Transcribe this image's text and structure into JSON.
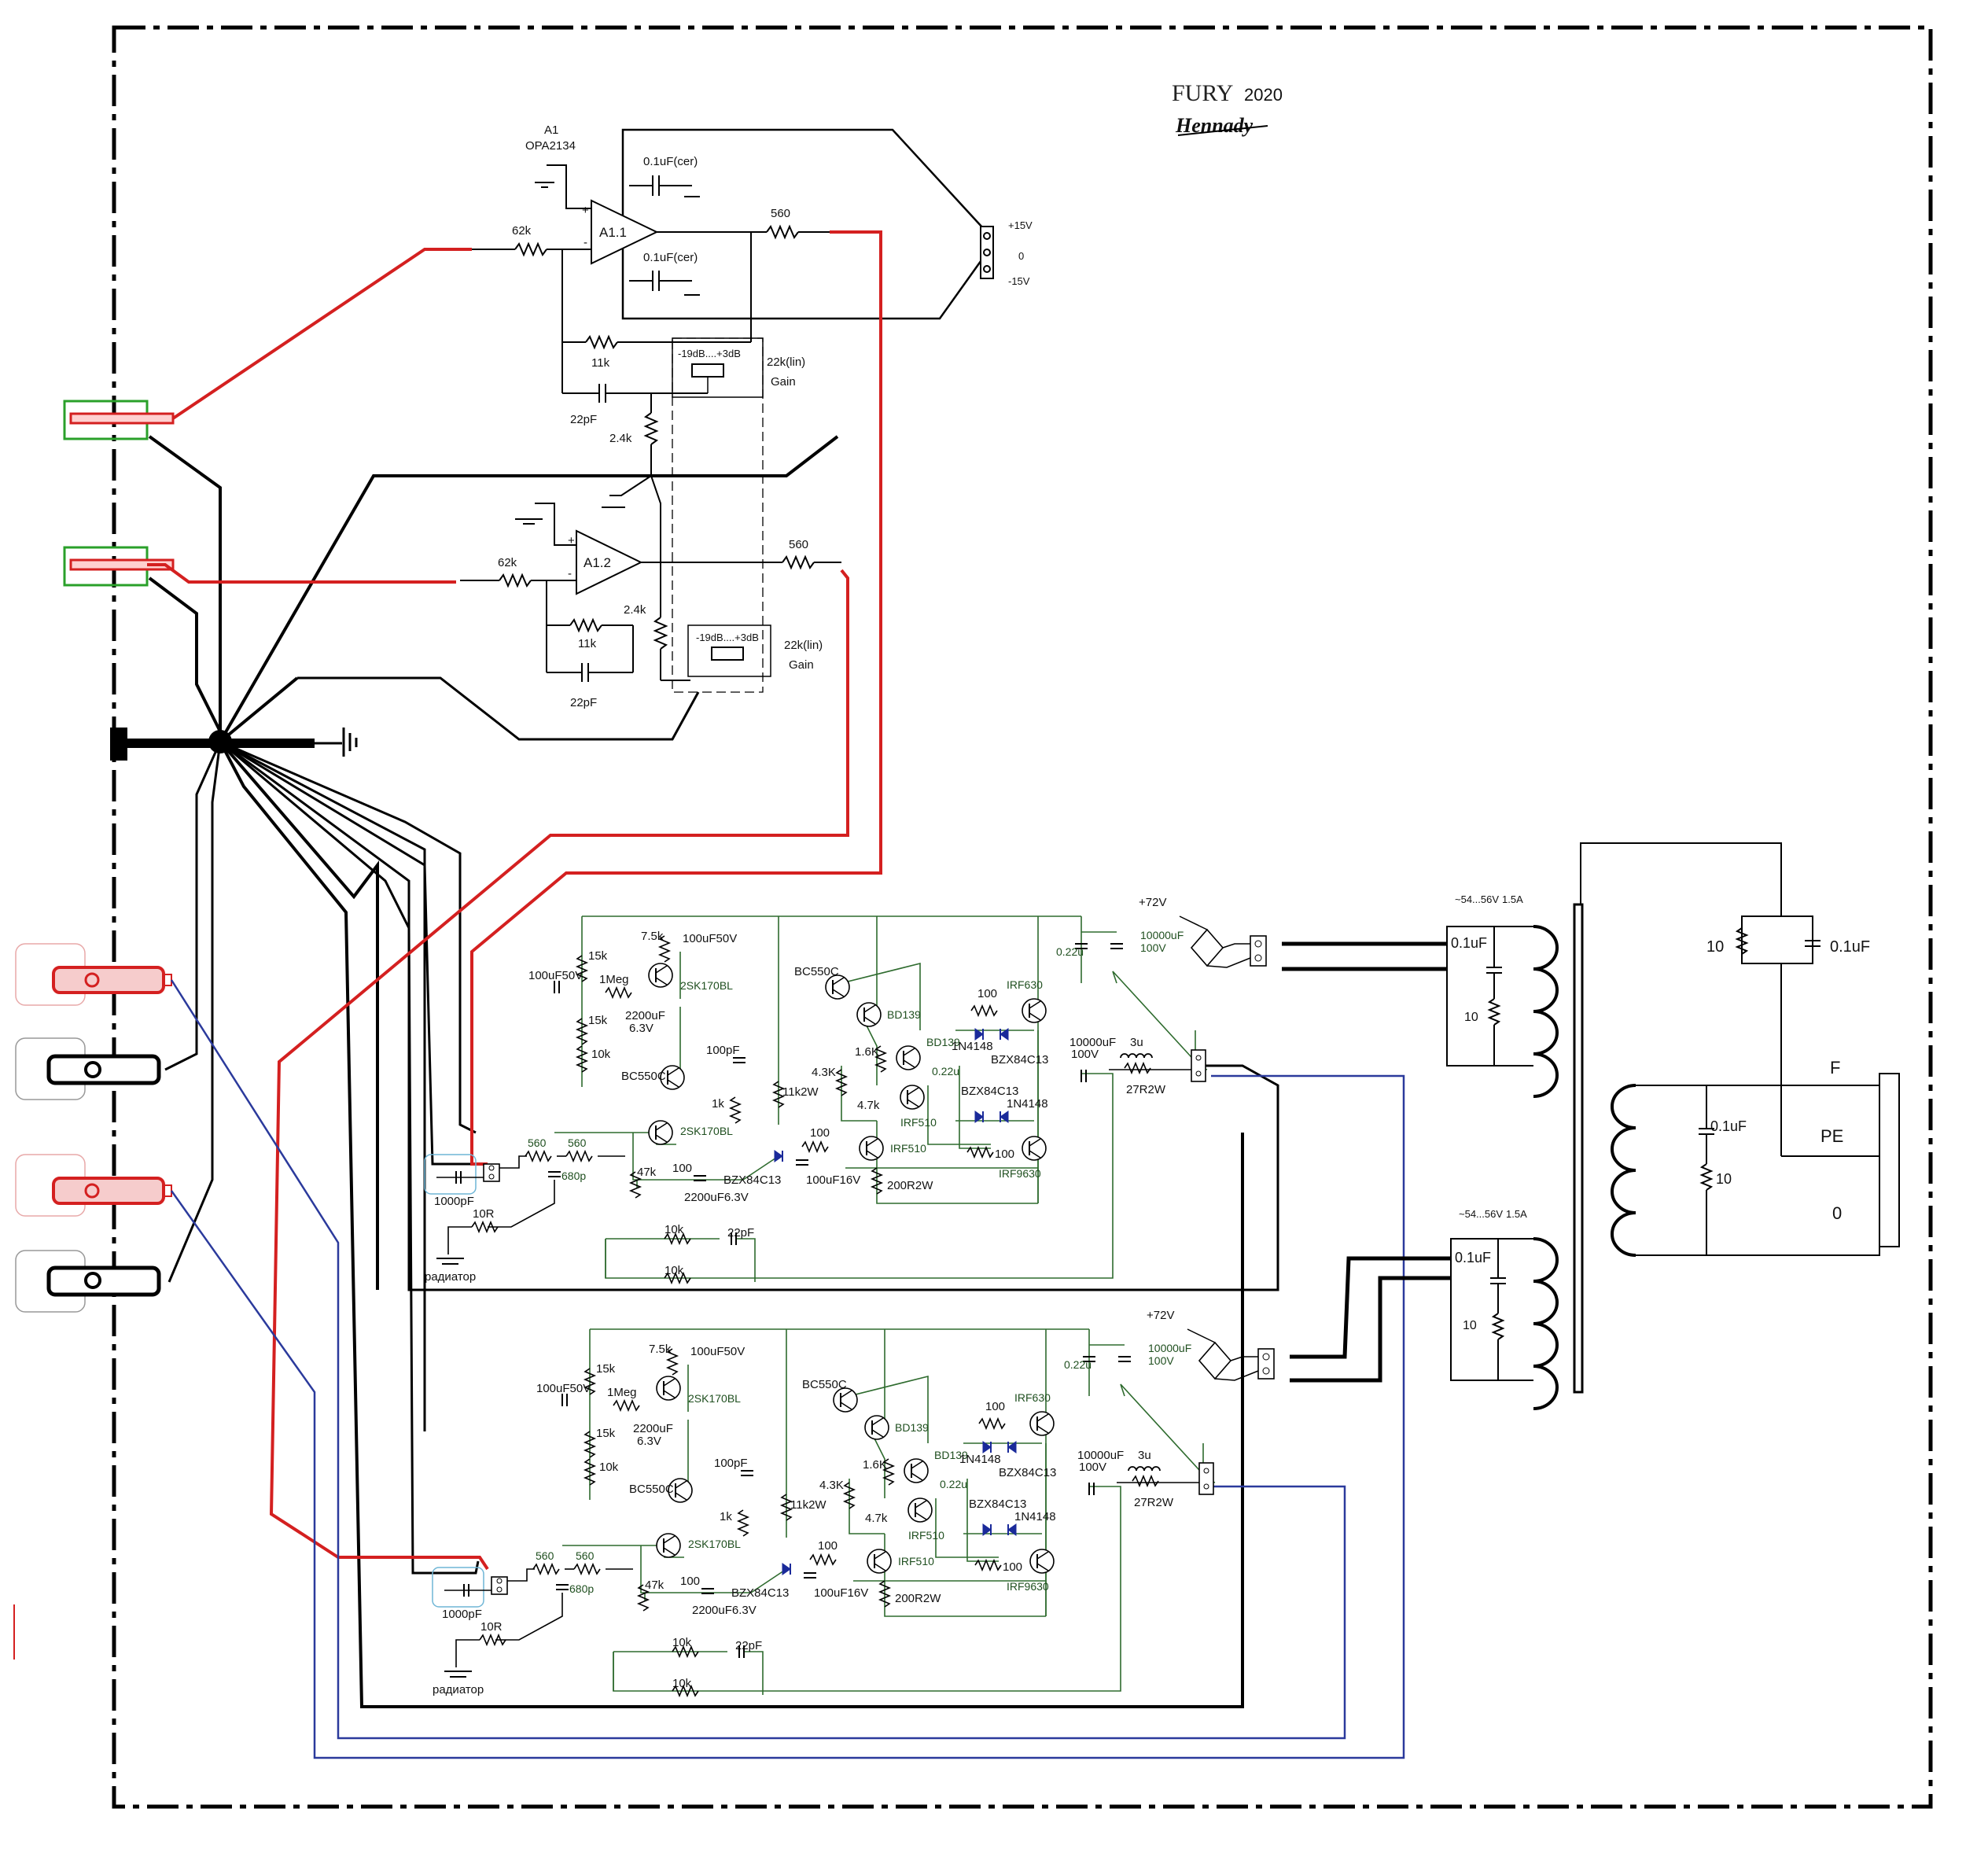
{
  "title": {
    "name": "FURY",
    "year": "2020",
    "author": "Hennady"
  },
  "preamp": {
    "ic_ref": "A1",
    "ic_part": "OPA2134",
    "ch1": {
      "opamp": "A1.1",
      "r_in": "62k",
      "r_out": "560",
      "r_fb": "11k",
      "c_fb": "22pF",
      "r_gnd": "2.4k",
      "cap_top": "0.1uF(cer)",
      "cap_bot": "0.1uF(cer)",
      "pot_range": "-19dB....+3dB",
      "pot_value": "22k(lin)",
      "pot_name": "Gain"
    },
    "ch2": {
      "opamp": "A1.2",
      "r_in": "62k",
      "r_out": "560",
      "r_fb": "11k",
      "c_fb": "22pF",
      "r_gnd": "2.4k",
      "pot_range": "-19dB....+3dB",
      "pot_value": "22k(lin)",
      "pot_name": "Gain"
    },
    "supply": {
      "pos": "+15V",
      "zero": "0",
      "neg": "-15V"
    }
  },
  "amp1": {
    "rail": "+72V",
    "caps": {
      "c022": "0.22u",
      "c10000": "10000uF",
      "c10000_v": "100V",
      "c10000_out": "10000uF",
      "c10000_out_v": "100V",
      "c100u50": "100uF50V",
      "c100u50b": "100uF50V",
      "c2200": "2200uF",
      "c2200_v": "6.3V",
      "c100p": "100pF",
      "c022b": "0.22u",
      "c100u16": "100uF16V",
      "c2200b": "2200uF6.3V",
      "c680": "680p",
      "c1000p": "1000pF",
      "c22p": "22pF"
    },
    "res": {
      "r75k": "7.5k",
      "r15k": "15k",
      "r1meg": "1Meg",
      "r15kb": "15k",
      "r10k": "10k",
      "r16k": "1.6K",
      "r43k": "4.3K",
      "r47k": "4.7k",
      "r1k": "1k",
      "r11k2w": "11k2W",
      "r47kb": "47k",
      "r100": "100",
      "r100b": "100",
      "r100c": "100",
      "r100d": "100",
      "r200": "200R2W",
      "r560a": "560",
      "r560b": "560",
      "r10r": "10R",
      "r10k_fb": "10k",
      "r10k_fb2": "10k",
      "r27r": "27R2W"
    },
    "semis": {
      "jfet1": "2SK170BL",
      "jfet2": "2SK170BL",
      "q_bc": "BC550C",
      "q_bc2": "BC550C",
      "q_bd": "BD139",
      "q_bd2": "BD139",
      "mos_n": "IRF630",
      "mos_p": "IRF9630",
      "irf510a": "IRF510",
      "irf510b": "IRF510",
      "d1": "1N4148",
      "d2": "1N4148",
      "z1": "BZX84C13",
      "z2": "BZX84C13",
      "z3": "BZX84C13"
    },
    "inductor": "3u",
    "heatsink": "радиатор"
  },
  "amp2": {
    "rail": "+72V",
    "caps": {
      "c022": "0.22u",
      "c10000": "10000uF",
      "c10000_v": "100V",
      "c10000_out": "10000uF",
      "c10000_out_v": "100V",
      "c100u50": "100uF50V",
      "c100u50b": "100uF50V",
      "c2200": "2200uF",
      "c2200_v": "6.3V",
      "c100p": "100pF",
      "c022b": "0.22u",
      "c100u16": "100uF16V",
      "c2200b": "2200uF6.3V",
      "c680": "680p",
      "c1000p": "1000pF",
      "c22p": "22pF"
    },
    "res": {
      "r75k": "7.5k",
      "r15k": "15k",
      "r1meg": "1Meg",
      "r15kb": "15k",
      "r10k": "10k",
      "r16k": "1.6K",
      "r43k": "4.3K",
      "r47k": "4.7k",
      "r1k": "1k",
      "r11k2w": "11k2W",
      "r47kb": "47k",
      "r100": "100",
      "r100b": "100",
      "r100c": "100",
      "r100d": "100",
      "r200": "200R2W",
      "r560a": "560",
      "r560b": "560",
      "r10r": "10R",
      "r10k_fb": "10k",
      "r10k_fb2": "10k",
      "r27r": "27R2W"
    },
    "semis": {
      "jfet1": "2SK170BL",
      "jfet2": "2SK170BL",
      "q_bc": "BC550C",
      "q_bc2": "BC550C",
      "q_bd": "BD139",
      "q_bd2": "BD139",
      "mos_n": "IRF630",
      "mos_p": "IRF9630",
      "irf510a": "IRF510",
      "irf510b": "IRF510",
      "d1": "1N4148",
      "d2": "1N4148",
      "z1": "BZX84C13",
      "z2": "BZX84C13",
      "z3": "BZX84C13"
    },
    "inductor": "3u",
    "heatsink": "радиатор"
  },
  "transformer": {
    "sec1": {
      "voltage": "~54...56V",
      "current": "1.5A",
      "snub_c": "0.1uF",
      "snub_r": "10"
    },
    "sec2": {
      "voltage": "~54...56V",
      "current": "1.5A",
      "snub_c": "0.1uF",
      "snub_r": "10"
    },
    "primary": {
      "snub_c": "0.1uF",
      "snub_r": "10",
      "top_r": "10",
      "top_c": "0.1uF"
    },
    "mains": {
      "f": "F",
      "pe": "PE",
      "zero": "0"
    }
  },
  "colors": {
    "signal": "#d42020",
    "ground": "#000000",
    "speaker": "#2b3a9c",
    "amp_wiring": "#2e6b2e",
    "input_jack_box": "#2aa02a",
    "output_cap_box": "#6fb6d6"
  }
}
